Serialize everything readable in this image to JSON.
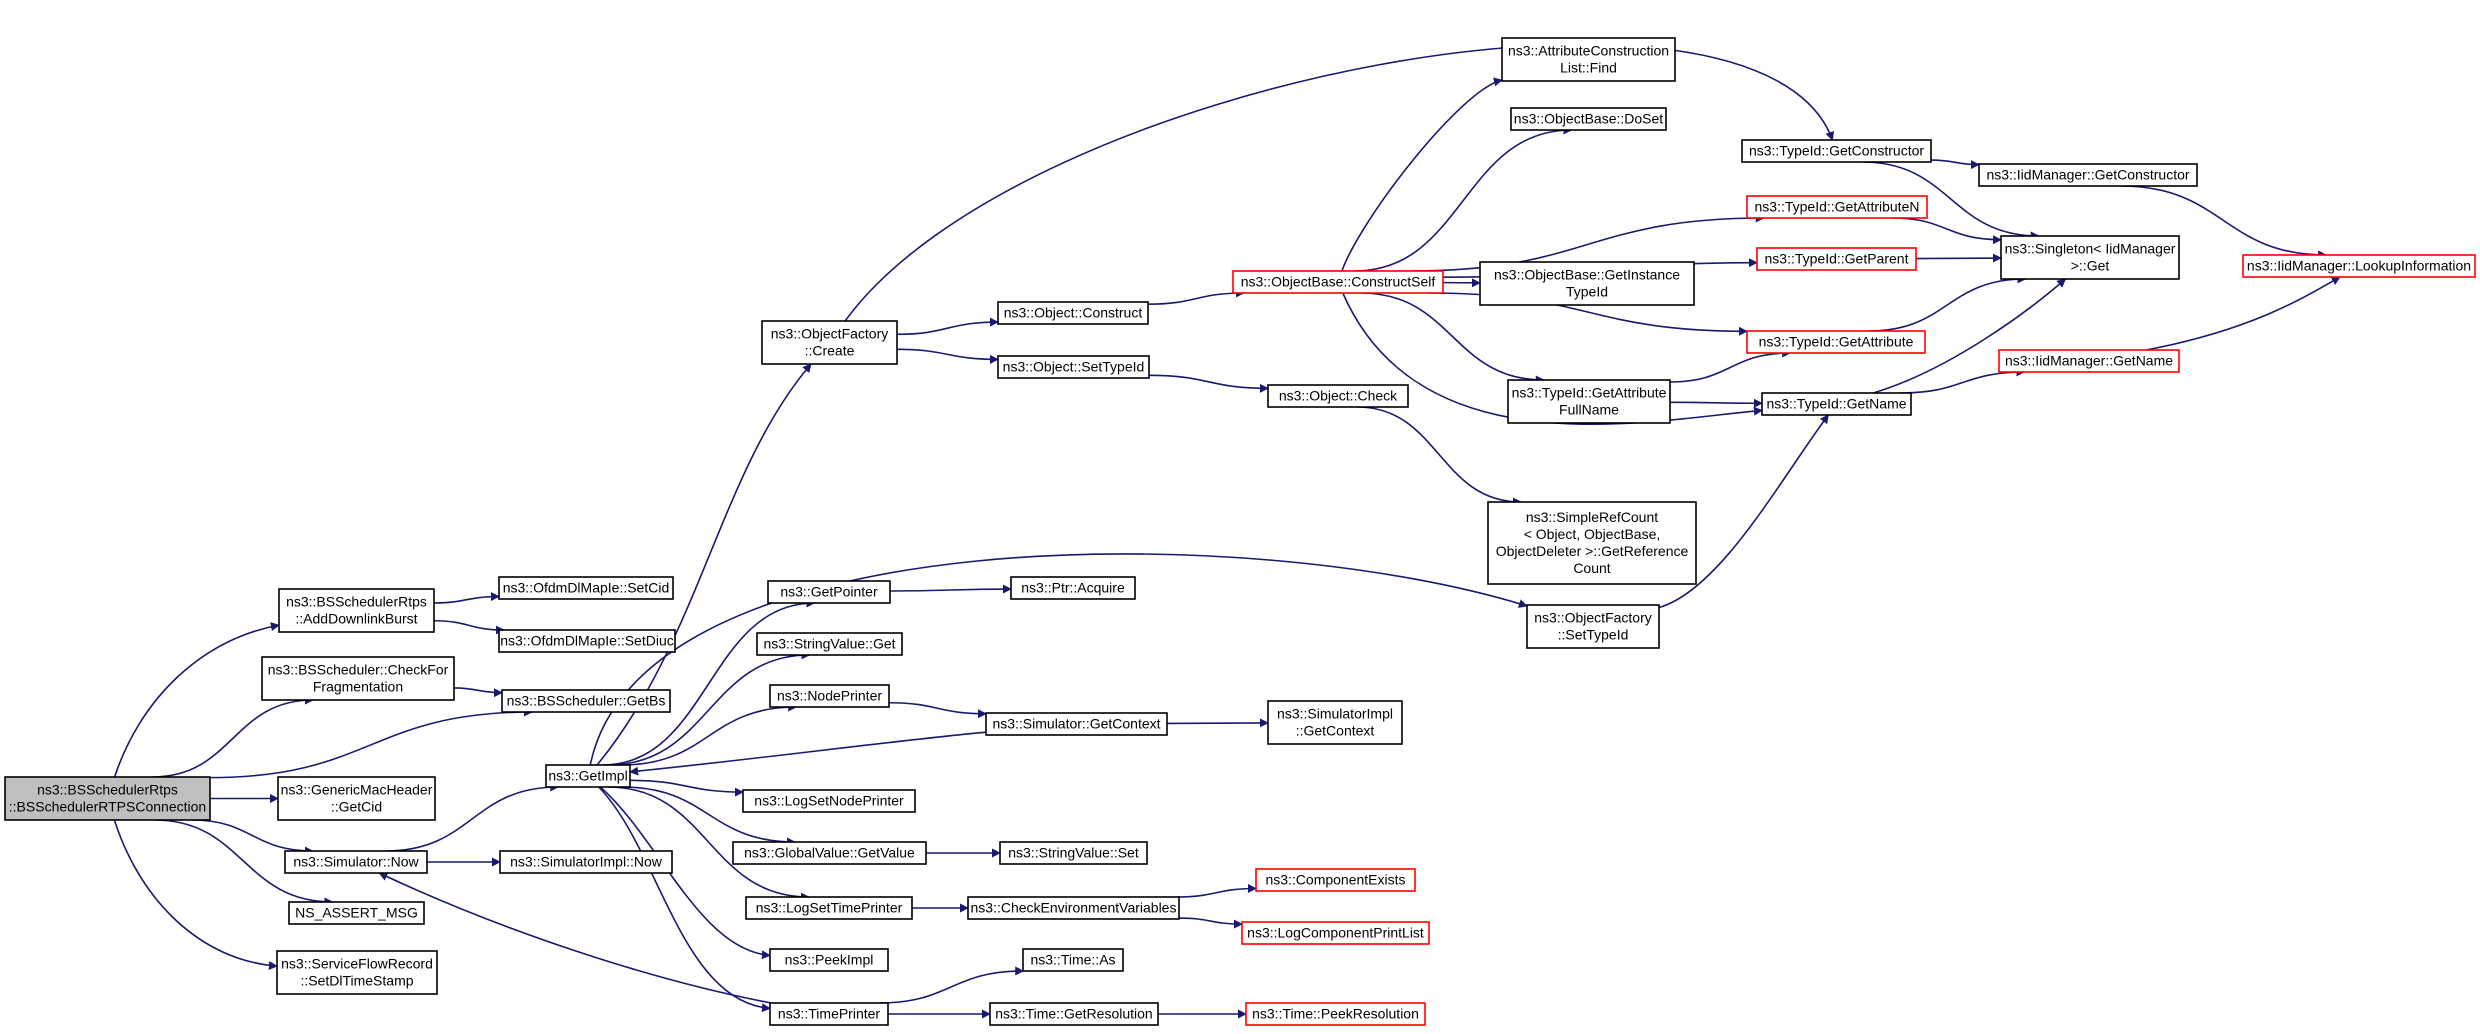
{
  "colors": {
    "edge": "#191970",
    "node_border": "#000000",
    "node_border_truncated": "#ff0000",
    "root_fill": "#bfbfbf"
  },
  "nodes": [
    {
      "id": "root",
      "lines": [
        "ns3::BSSchedulerRtps",
        "::BSSchedulerRTPSConnection"
      ],
      "style": "root"
    },
    {
      "id": "addDownlinkBurst",
      "lines": [
        "ns3::BSSchedulerRtps",
        "::AddDownlinkBurst"
      ],
      "style": "normal"
    },
    {
      "id": "checkForFrag",
      "lines": [
        "ns3::BSScheduler::CheckFor",
        "Fragmentation"
      ],
      "style": "normal"
    },
    {
      "id": "getBs",
      "lines": [
        "ns3::BSScheduler::GetBs"
      ],
      "style": "normal"
    },
    {
      "id": "genericGetCid",
      "lines": [
        "ns3::GenericMacHeader",
        "::GetCid"
      ],
      "style": "normal"
    },
    {
      "id": "simNow",
      "lines": [
        "ns3::Simulator::Now"
      ],
      "style": "normal"
    },
    {
      "id": "assertMsg",
      "lines": [
        "NS_ASSERT_MSG"
      ],
      "style": "normal"
    },
    {
      "id": "setDlTime",
      "lines": [
        "ns3::ServiceFlowRecord",
        "::SetDlTimeStamp"
      ],
      "style": "normal"
    },
    {
      "id": "setCid",
      "lines": [
        "ns3::OfdmDlMapIe::SetCid"
      ],
      "style": "normal"
    },
    {
      "id": "setDiuc",
      "lines": [
        "ns3::OfdmDlMapIe::SetDiuc"
      ],
      "style": "normal"
    },
    {
      "id": "getImpl",
      "lines": [
        "ns3::GetImpl"
      ],
      "style": "normal"
    },
    {
      "id": "simImplNow",
      "lines": [
        "ns3::SimulatorImpl::Now"
      ],
      "style": "normal"
    },
    {
      "id": "ofCreate",
      "lines": [
        "ns3::ObjectFactory",
        "::Create"
      ],
      "style": "normal"
    },
    {
      "id": "getPointer",
      "lines": [
        "ns3::GetPointer"
      ],
      "style": "normal"
    },
    {
      "id": "strGet",
      "lines": [
        "ns3::StringValue::Get"
      ],
      "style": "normal"
    },
    {
      "id": "nodePrinter",
      "lines": [
        "ns3::NodePrinter"
      ],
      "style": "normal"
    },
    {
      "id": "logSetNode",
      "lines": [
        "ns3::LogSetNodePrinter"
      ],
      "style": "normal"
    },
    {
      "id": "gvGetValue",
      "lines": [
        "ns3::GlobalValue::GetValue"
      ],
      "style": "normal"
    },
    {
      "id": "logSetTime",
      "lines": [
        "ns3::LogSetTimePrinter"
      ],
      "style": "normal"
    },
    {
      "id": "peekImpl",
      "lines": [
        "ns3::PeekImpl"
      ],
      "style": "normal"
    },
    {
      "id": "timePrinter",
      "lines": [
        "ns3::TimePrinter"
      ],
      "style": "normal"
    },
    {
      "id": "objConstruct",
      "lines": [
        "ns3::Object::Construct"
      ],
      "style": "normal"
    },
    {
      "id": "objSetTypeId",
      "lines": [
        "ns3::Object::SetTypeId"
      ],
      "style": "normal"
    },
    {
      "id": "ptrAcquire",
      "lines": [
        "ns3::Ptr::Acquire"
      ],
      "style": "normal"
    },
    {
      "id": "simGetContext",
      "lines": [
        "ns3::Simulator::GetContext"
      ],
      "style": "normal"
    },
    {
      "id": "strSet",
      "lines": [
        "ns3::StringValue::Set"
      ],
      "style": "normal"
    },
    {
      "id": "checkEnv",
      "lines": [
        "ns3::CheckEnvironmentVariables"
      ],
      "style": "normal"
    },
    {
      "id": "timeAs",
      "lines": [
        "ns3::Time::As"
      ],
      "style": "normal"
    },
    {
      "id": "timeGetRes",
      "lines": [
        "ns3::Time::GetResolution"
      ],
      "style": "normal"
    },
    {
      "id": "constructSelf",
      "lines": [
        "ns3::ObjectBase::ConstructSelf"
      ],
      "style": "red"
    },
    {
      "id": "objCheck",
      "lines": [
        "ns3::Object::Check"
      ],
      "style": "normal"
    },
    {
      "id": "simImplGetContext",
      "lines": [
        "ns3::SimulatorImpl",
        "::GetContext"
      ],
      "style": "normal"
    },
    {
      "id": "componentExists",
      "lines": [
        "ns3::ComponentExists"
      ],
      "style": "red"
    },
    {
      "id": "logCompPrint",
      "lines": [
        "ns3::LogComponentPrintList"
      ],
      "style": "red"
    },
    {
      "id": "timePeekRes",
      "lines": [
        "ns3::Time::PeekResolution"
      ],
      "style": "red"
    },
    {
      "id": "attrFind",
      "lines": [
        "ns3::AttributeConstruction",
        "List::Find"
      ],
      "style": "normal"
    },
    {
      "id": "doSet",
      "lines": [
        "ns3::ObjectBase::DoSet"
      ],
      "style": "normal"
    },
    {
      "id": "getInstanceTypeId",
      "lines": [
        "ns3::ObjectBase::GetInstance",
        "TypeId"
      ],
      "style": "normal"
    },
    {
      "id": "getAttrFullName",
      "lines": [
        "ns3::TypeId::GetAttribute",
        "FullName"
      ],
      "style": "normal"
    },
    {
      "id": "simpleRefCount",
      "lines": [
        "ns3::SimpleRefCount",
        "< Object, ObjectBase,",
        "ObjectDeleter >::GetReference",
        "Count"
      ],
      "style": "normal"
    },
    {
      "id": "ofSetTypeId",
      "lines": [
        "ns3::ObjectFactory",
        "::SetTypeId"
      ],
      "style": "normal"
    },
    {
      "id": "tidGetConstructor",
      "lines": [
        "ns3::TypeId::GetConstructor"
      ],
      "style": "normal"
    },
    {
      "id": "tidGetAttrN",
      "lines": [
        "ns3::TypeId::GetAttributeN"
      ],
      "style": "red"
    },
    {
      "id": "tidGetParent",
      "lines": [
        "ns3::TypeId::GetParent"
      ],
      "style": "red"
    },
    {
      "id": "tidGetAttr",
      "lines": [
        "ns3::TypeId::GetAttribute"
      ],
      "style": "red"
    },
    {
      "id": "tidGetName",
      "lines": [
        "ns3::TypeId::GetName"
      ],
      "style": "normal"
    },
    {
      "id": "iidGetConstructor",
      "lines": [
        "ns3::IidManager::GetConstructor"
      ],
      "style": "normal"
    },
    {
      "id": "singletonGet",
      "lines": [
        "ns3::Singleton< IidManager",
        ">::Get"
      ],
      "style": "normal"
    },
    {
      "id": "iidGetName",
      "lines": [
        "ns3::IidManager::GetName"
      ],
      "style": "red"
    },
    {
      "id": "iidLookup",
      "lines": [
        "ns3::IidManager::LookupInformation"
      ],
      "style": "red"
    }
  ],
  "edges": [
    [
      "root",
      "addDownlinkBurst"
    ],
    [
      "root",
      "checkForFrag"
    ],
    [
      "root",
      "getBs"
    ],
    [
      "root",
      "genericGetCid"
    ],
    [
      "root",
      "simNow"
    ],
    [
      "root",
      "assertMsg"
    ],
    [
      "root",
      "setDlTime"
    ],
    [
      "addDownlinkBurst",
      "setCid"
    ],
    [
      "addDownlinkBurst",
      "setDiuc"
    ],
    [
      "checkForFrag",
      "getBs"
    ],
    [
      "simNow",
      "getImpl"
    ],
    [
      "simNow",
      "simImplNow"
    ],
    [
      "getImpl",
      "ofCreate"
    ],
    [
      "getImpl",
      "getPointer"
    ],
    [
      "getImpl",
      "strGet"
    ],
    [
      "getImpl",
      "nodePrinter"
    ],
    [
      "getImpl",
      "logSetNode"
    ],
    [
      "getImpl",
      "gvGetValue"
    ],
    [
      "getImpl",
      "logSetTime"
    ],
    [
      "getImpl",
      "peekImpl"
    ],
    [
      "getImpl",
      "timePrinter"
    ],
    [
      "getImpl",
      "ofSetTypeId"
    ],
    [
      "ofCreate",
      "objConstruct"
    ],
    [
      "ofCreate",
      "objSetTypeId"
    ],
    [
      "ofCreate",
      "tidGetConstructor"
    ],
    [
      "getPointer",
      "ptrAcquire"
    ],
    [
      "nodePrinter",
      "simGetContext"
    ],
    [
      "simGetContext",
      "getImpl"
    ],
    [
      "simGetContext",
      "simImplGetContext"
    ],
    [
      "gvGetValue",
      "strSet"
    ],
    [
      "logSetTime",
      "checkEnv"
    ],
    [
      "checkEnv",
      "componentExists"
    ],
    [
      "checkEnv",
      "logCompPrint"
    ],
    [
      "timePrinter",
      "simNow"
    ],
    [
      "timePrinter",
      "timeAs"
    ],
    [
      "timePrinter",
      "timeGetRes"
    ],
    [
      "timeGetRes",
      "timePeekRes"
    ],
    [
      "objConstruct",
      "constructSelf"
    ],
    [
      "objSetTypeId",
      "objCheck"
    ],
    [
      "objCheck",
      "simpleRefCount"
    ],
    [
      "constructSelf",
      "attrFind"
    ],
    [
      "constructSelf",
      "doSet"
    ],
    [
      "constructSelf",
      "tidGetAttrN"
    ],
    [
      "constructSelf",
      "tidGetParent"
    ],
    [
      "constructSelf",
      "getInstanceTypeId"
    ],
    [
      "constructSelf",
      "tidGetAttr"
    ],
    [
      "constructSelf",
      "getAttrFullName"
    ],
    [
      "constructSelf",
      "tidGetName"
    ],
    [
      "getAttrFullName",
      "tidGetAttr"
    ],
    [
      "getAttrFullName",
      "tidGetName"
    ],
    [
      "ofSetTypeId",
      "tidGetName"
    ],
    [
      "tidGetConstructor",
      "iidGetConstructor"
    ],
    [
      "tidGetConstructor",
      "singletonGet"
    ],
    [
      "tidGetAttrN",
      "singletonGet"
    ],
    [
      "tidGetParent",
      "singletonGet"
    ],
    [
      "tidGetAttr",
      "singletonGet"
    ],
    [
      "tidGetName",
      "singletonGet"
    ],
    [
      "tidGetName",
      "iidGetName"
    ],
    [
      "iidGetConstructor",
      "iidLookup"
    ],
    [
      "iidGetName",
      "iidLookup"
    ]
  ]
}
